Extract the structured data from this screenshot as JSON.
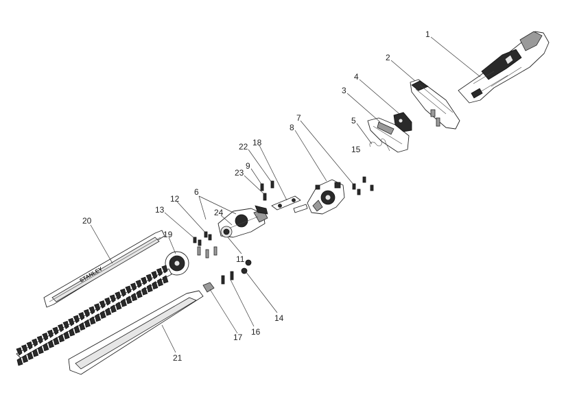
{
  "callouts": {
    "p1": "1",
    "p2": "2",
    "p3": "3",
    "p4": "4",
    "p5": "5",
    "p6": "6",
    "p7": "7",
    "p8": "8",
    "p9": "9",
    "p11": "11",
    "p12": "12",
    "p13": "13",
    "p14": "14",
    "p15": "15",
    "p16": "16",
    "p17": "17",
    "p18": "18",
    "p19": "19",
    "p20": "20",
    "p21": "21",
    "p22": "22",
    "p23": "23",
    "p24": "24"
  },
  "cover_brand": "STANLEY"
}
